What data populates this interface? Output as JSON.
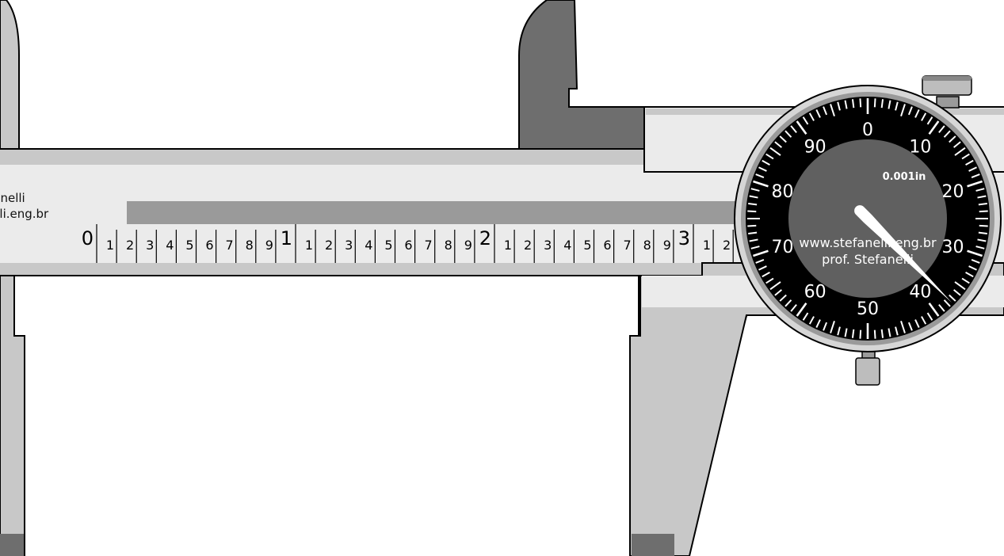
{
  "scale": {
    "major_labels": [
      "0",
      "1",
      "2",
      "3"
    ],
    "minor_labels": [
      "1",
      "2",
      "3",
      "4",
      "5",
      "6",
      "7",
      "8",
      "9"
    ]
  },
  "credit": {
    "line1": "fanelli",
    "line2": "elli.eng.br"
  },
  "dial": {
    "labels": [
      "0",
      "10",
      "20",
      "30",
      "40",
      "50",
      "60",
      "70",
      "80",
      "90"
    ],
    "unit": "0.001in",
    "site": "www.stefanelli.eng.br",
    "author": "prof. Stefanelli",
    "pointer_reading": 37.5,
    "divisions": 100
  }
}
